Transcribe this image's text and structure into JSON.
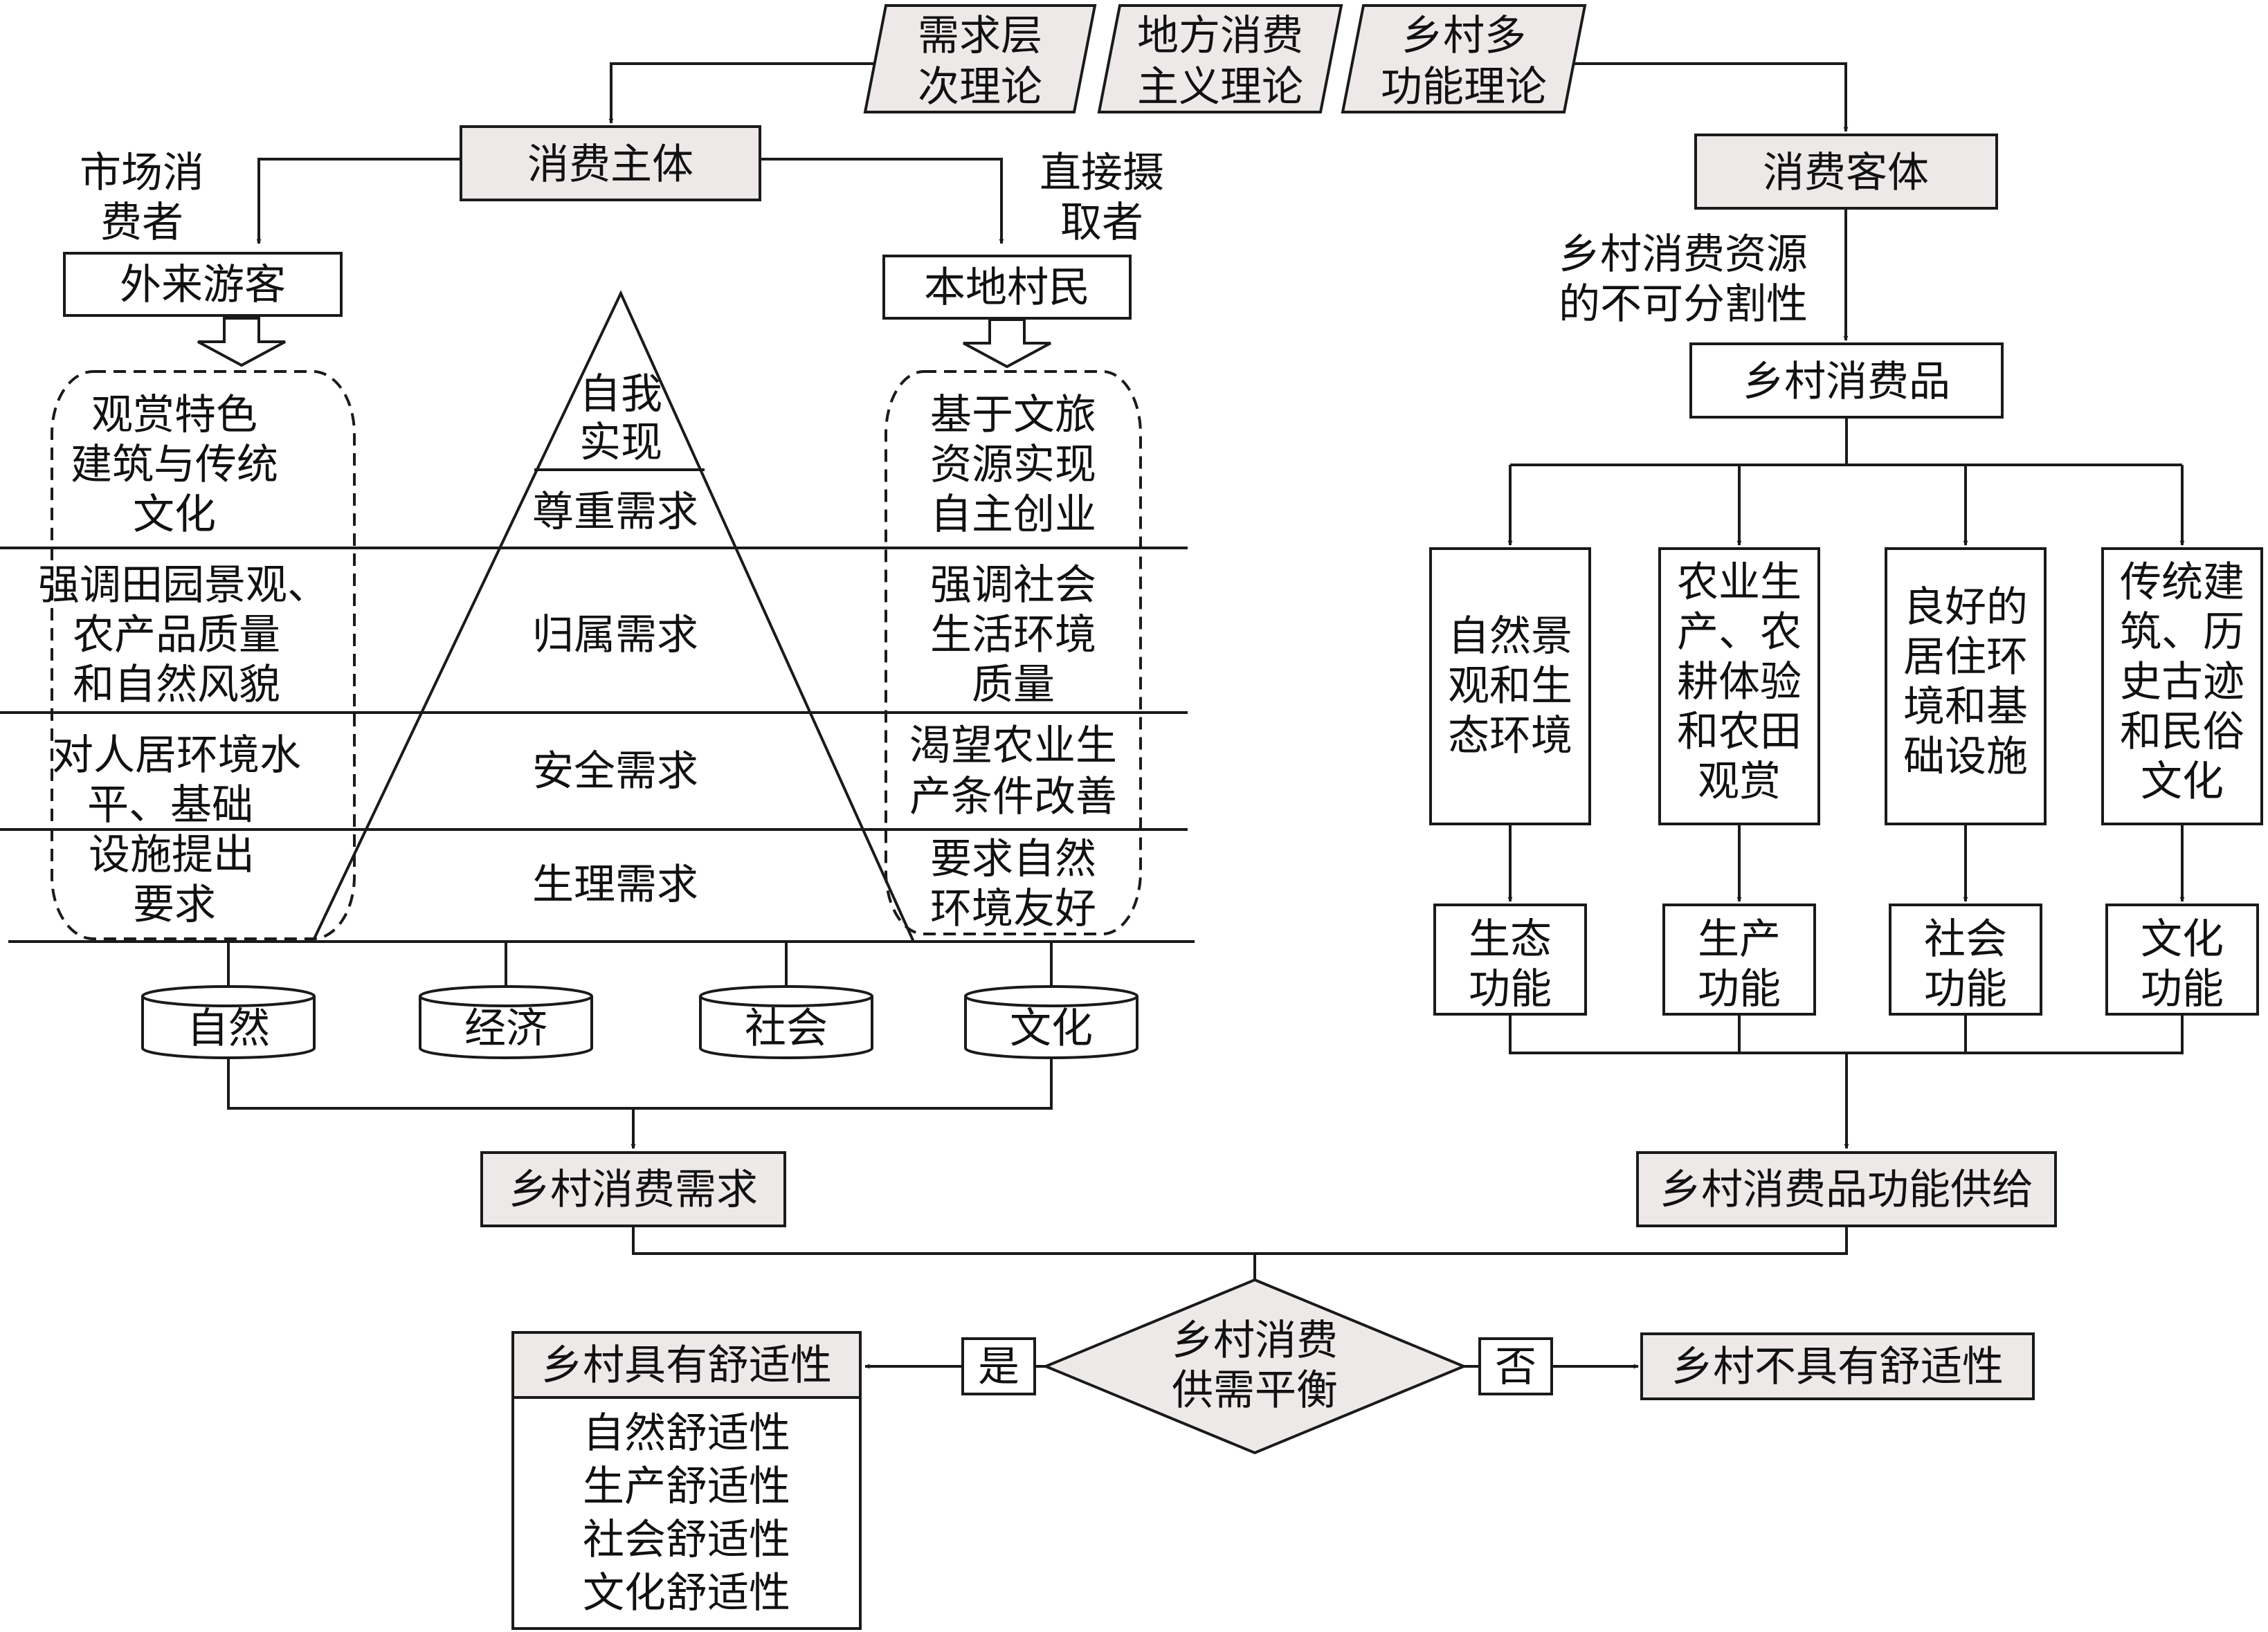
{
  "theories": [
    [
      "需求层",
      "次理论"
    ],
    [
      "地方消费",
      "主义理论"
    ],
    [
      "乡村多",
      "功能理论"
    ]
  ],
  "subject": {
    "title": "消费主体",
    "left_edge_label": [
      "市场消",
      "费者"
    ],
    "right_edge_label": [
      "直接摄",
      "取者"
    ],
    "tourists": "外来游客",
    "villagers": "本地村民"
  },
  "pyramid": [
    "自我",
    "实现",
    "尊重需求",
    "归属需求",
    "安全需求",
    "生理需求"
  ],
  "tourist_needs": [
    [
      "观赏特色",
      "建筑与传统",
      "文化"
    ],
    [
      "强调田园景观、",
      "农产品质量",
      "和自然风貌"
    ],
    [
      "对人居环境水",
      "平、基础",
      "设施提出",
      "要求"
    ]
  ],
  "villager_needs": [
    [
      "基于文旅",
      "资源实现",
      "自主创业"
    ],
    [
      "强调社会",
      "生活环境",
      "质量"
    ],
    [
      "渴望农业生",
      "产条件改善"
    ],
    [
      "要求自然",
      "环境友好"
    ]
  ],
  "foundations": [
    "自然",
    "经济",
    "社会",
    "文化"
  ],
  "demand": "乡村消费需求",
  "object": {
    "title": "消费客体",
    "edge_label": [
      "乡村消费资源",
      "的不可分割性"
    ],
    "goods": "乡村消费品",
    "resources": [
      [
        "自然景",
        "观和生",
        "态环境"
      ],
      [
        "农业生",
        "产、农",
        "耕体验",
        "和农田",
        "观赏"
      ],
      [
        "良好的",
        "居住环",
        "境和基",
        "础设施"
      ],
      [
        "传统建",
        "筑、历",
        "史古迹",
        "和民俗",
        "文化"
      ]
    ],
    "functions": [
      [
        "生态",
        "功能"
      ],
      [
        "生产",
        "功能"
      ],
      [
        "社会",
        "功能"
      ],
      [
        "文化",
        "功能"
      ]
    ]
  },
  "supply": "乡村消费品功能供给",
  "decision": [
    "乡村消费",
    "供需平衡"
  ],
  "yes_label": "是",
  "no_label": "否",
  "yes_result": {
    "title": "乡村具有舒适性",
    "items": [
      "自然舒适性",
      "生产舒适性",
      "社会舒适性",
      "文化舒适性"
    ]
  },
  "no_result": "乡村不具有舒适性"
}
